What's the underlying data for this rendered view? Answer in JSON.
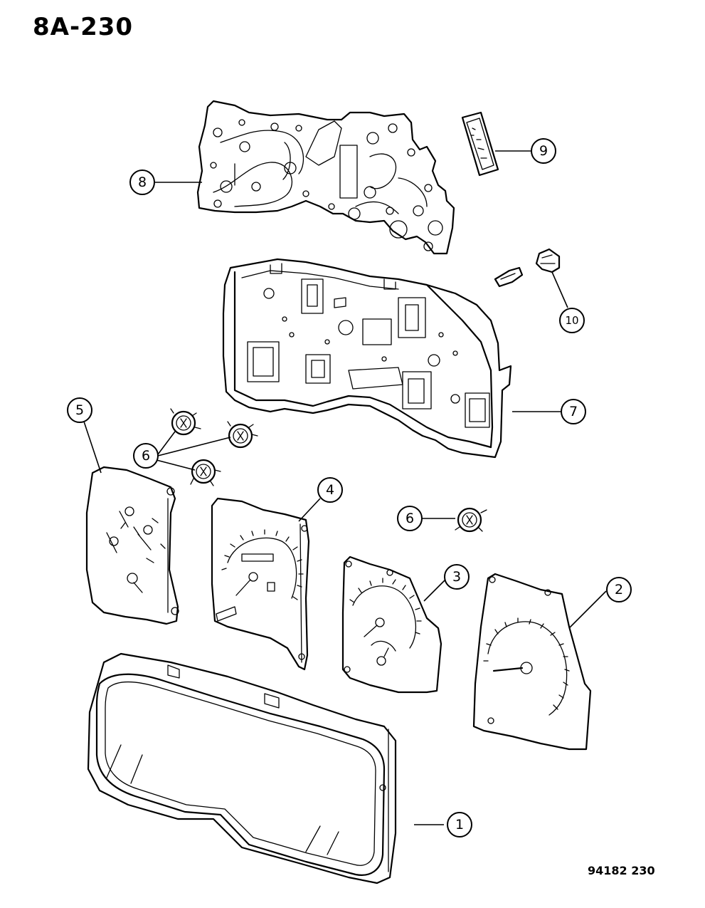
{
  "page_number": "8A-230",
  "figure_code": "94182 230",
  "callouts": [
    {
      "label": "1",
      "part": "lens"
    },
    {
      "label": "2",
      "part": "speedometer-gauge"
    },
    {
      "label": "3",
      "part": "tachometer-gauge"
    },
    {
      "label": "4",
      "part": "speedometer-clock-gauge"
    },
    {
      "label": "5",
      "part": "multi-gauge-cluster"
    },
    {
      "label": "6",
      "part": "gauge-module"
    },
    {
      "label": "6",
      "part": "gauge-module"
    },
    {
      "label": "6",
      "part": "gauge-module"
    },
    {
      "label": "7",
      "part": "cluster-housing"
    },
    {
      "label": "8",
      "part": "printed-circuit-board"
    },
    {
      "label": "9",
      "part": "chip-module"
    },
    {
      "label": "10",
      "part": "lamp-socket"
    }
  ]
}
